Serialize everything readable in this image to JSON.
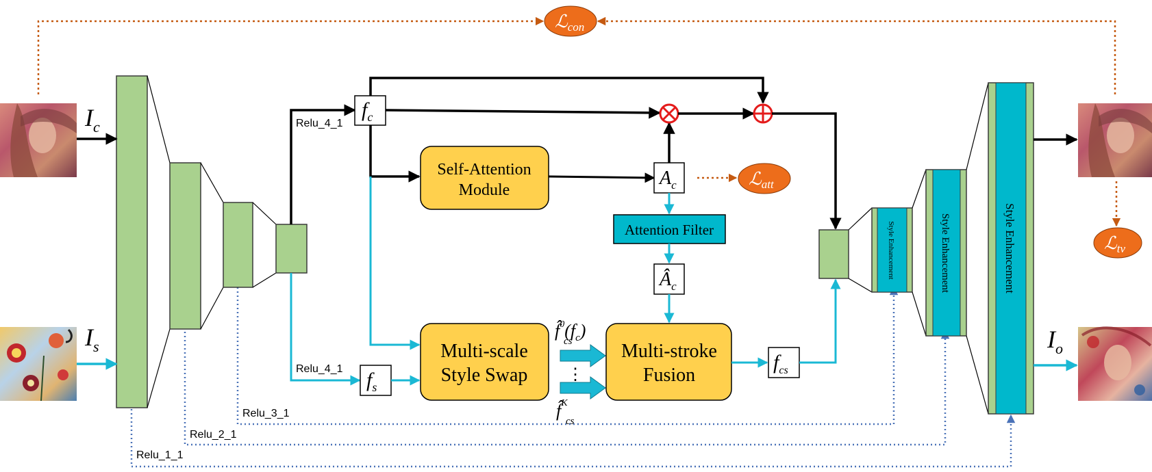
{
  "colors": {
    "encoder_green": "#a9d18e",
    "module_yellow": "#ffd04d",
    "filter_cyan": "#00b8cc",
    "cyan_line": "#1ab8d4",
    "loss_orange": "#ed6d1b",
    "loss_line": "#c55a11",
    "skip_line": "#4a72b8",
    "op_red": "#e41b1b"
  },
  "inputs": {
    "content_label": "I",
    "content_sub": "c",
    "style_label": "I",
    "style_sub": "s",
    "output_label": "I",
    "output_sub": "o"
  },
  "features": {
    "fc_main": "f",
    "fc_sub": "c",
    "fs_main": "f",
    "fs_sub": "s",
    "fcs_main": "f",
    "fcs_sub": "cs",
    "ac_main": "A",
    "ac_sub": "c",
    "achat_main": "Â",
    "achat_sub": "c"
  },
  "layers": {
    "relu4_top": "Relu_4_1",
    "relu4_bottom": "Relu_4_1",
    "relu3": "Relu_3_1",
    "relu2": "Relu_2_1",
    "relu1": "Relu_1_1"
  },
  "modules": {
    "self_attention_line1": "Self-Attention",
    "self_attention_line2": "Module",
    "attention_filter": "Attention Filter",
    "style_swap_line1": "Multi-scale",
    "style_swap_line2": "Style Swap",
    "fusion_line1": "Multi-stroke",
    "fusion_line2": "Fusion"
  },
  "swap_outputs": {
    "top_main": "f̂",
    "top_sub": "cs",
    "top_sup": "0",
    "top_arg": "(f",
    "top_arg_sub": "c",
    "top_arg_close": ")",
    "dots": "⋮",
    "bottom_main": "f̂",
    "bottom_sub": "cs",
    "bottom_sup": "K"
  },
  "decoder": {
    "style_enhancement_1": "Style Enhancement",
    "style_enhancement_2": "Style Enhancement",
    "style_enhancement_3": "Style Enhancement"
  },
  "losses": {
    "con_main": "ℒ",
    "con_sub": "con",
    "att_main": "ℒ",
    "att_sub": "att",
    "tv_main": "ℒ",
    "tv_sub": "tv"
  },
  "operators": {
    "multiply": "⊗",
    "add": "⊕"
  }
}
